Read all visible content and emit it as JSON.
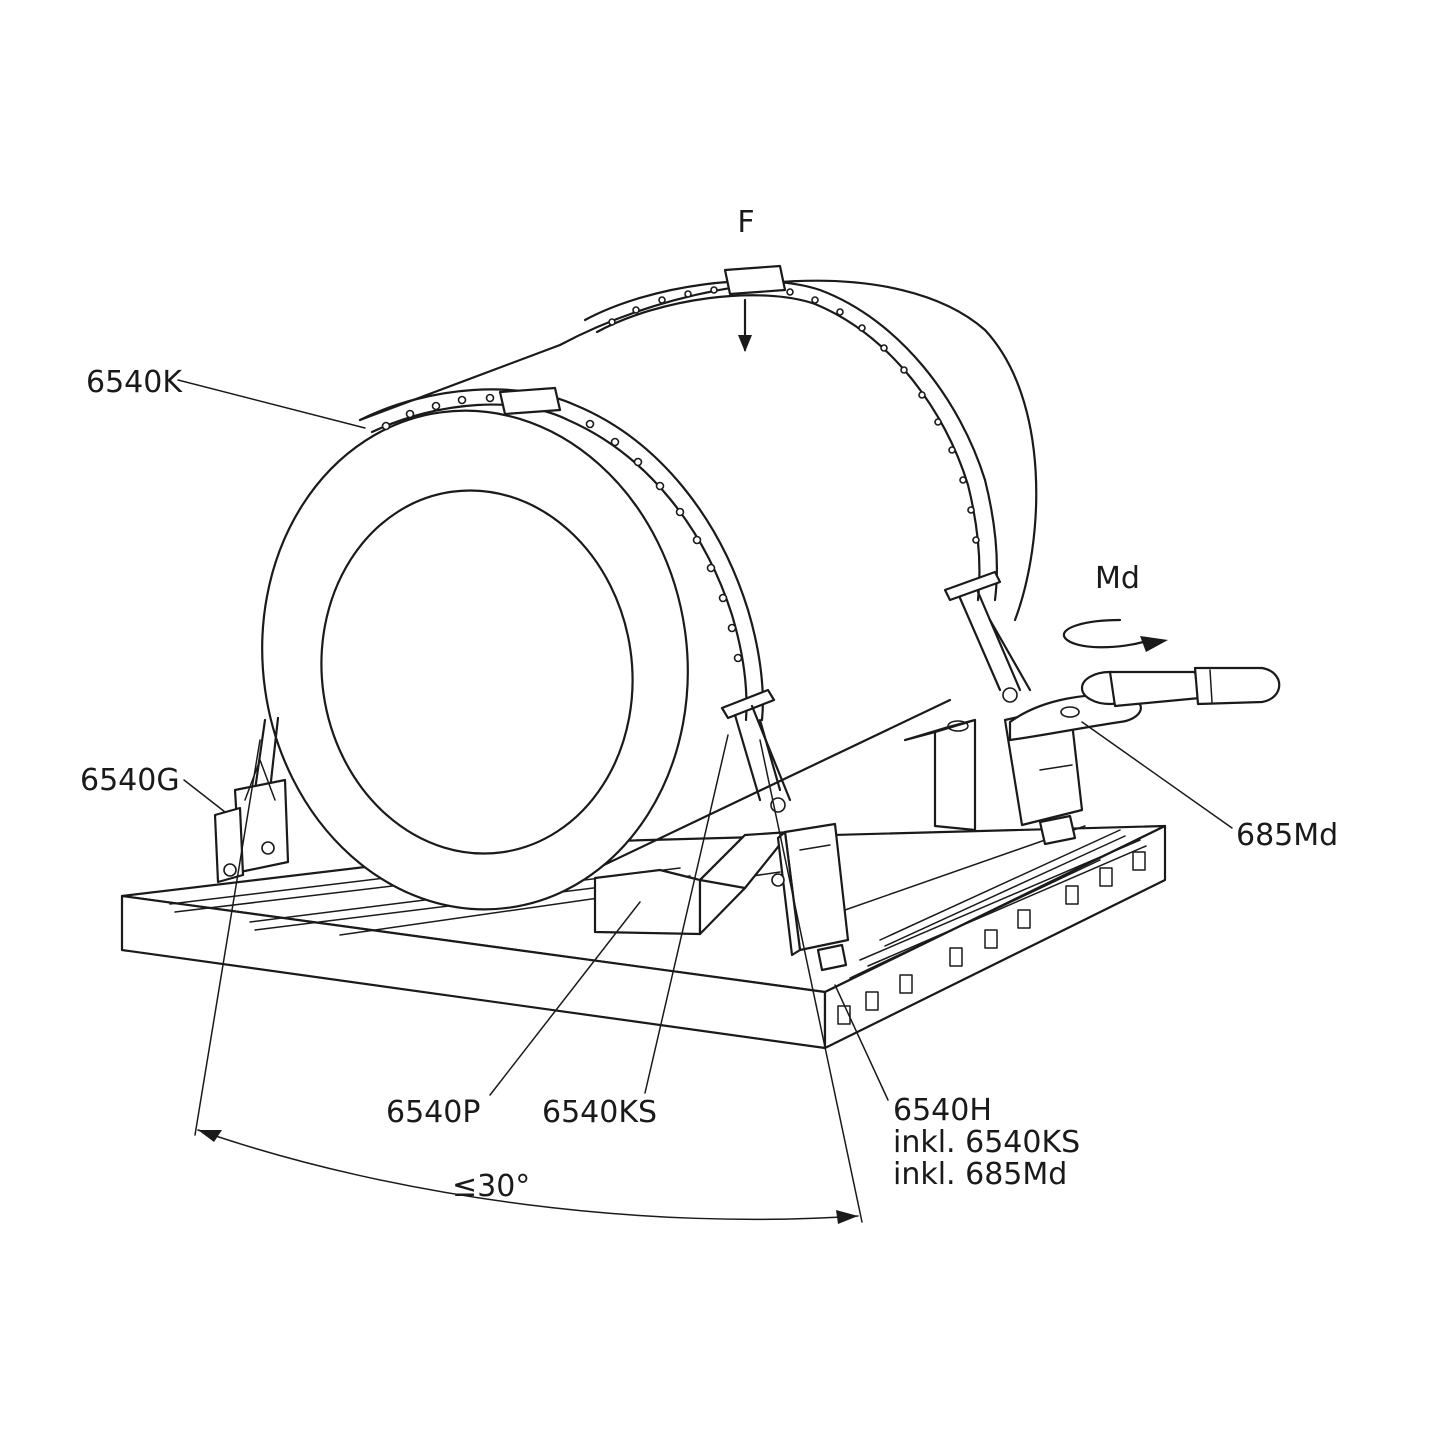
{
  "labels": {
    "force": "F",
    "torque": "Md",
    "strap": "6540K",
    "guide": "6540G",
    "wrench": "685Md",
    "prism": "6540P",
    "tensioner": "6540KS",
    "holder_line1": "6540H",
    "holder_line2": "inkl. 6540KS",
    "holder_line3": "inkl. 685Md",
    "angle": "≤30°"
  }
}
